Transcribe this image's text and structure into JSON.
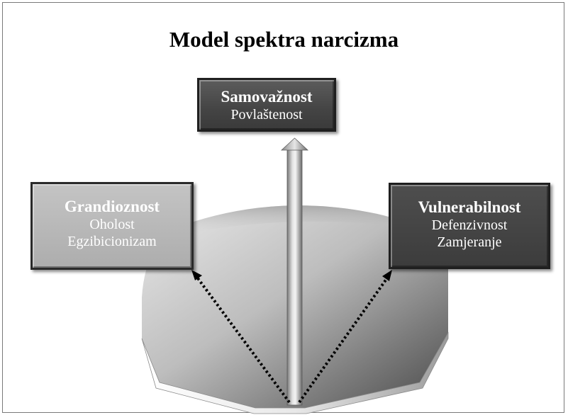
{
  "title": "Model spektra narcizma",
  "nodes": {
    "top": {
      "heading": "Samovažnost",
      "lines": [
        "Povlaštenost"
      ]
    },
    "left": {
      "heading": "Grandioznost",
      "lines": [
        "Oholost",
        "Egzibicionizam"
      ]
    },
    "right": {
      "heading": "Vulnerabilnost",
      "lines": [
        "Defenzivnost",
        "Zamjeranje"
      ]
    }
  },
  "colors": {
    "top_box": "#444444",
    "left_box": "#adadad",
    "right_box": "#3c3c3c",
    "box_text": "#ffffff",
    "title_text": "#000000",
    "dotted_arrow": "#000000"
  }
}
